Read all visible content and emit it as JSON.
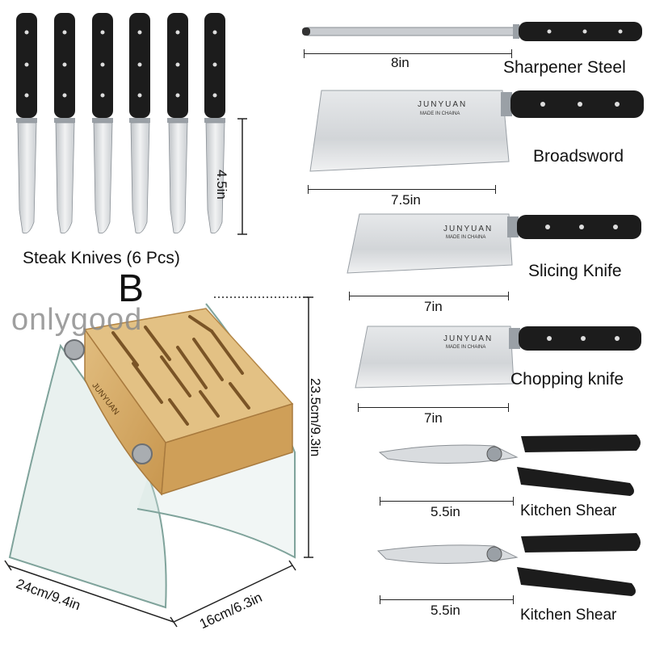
{
  "letter_b": "B",
  "watermark": "onlygood",
  "steak_knives": {
    "label": "Steak Knives (6 Pcs)",
    "length": "4.5in"
  },
  "block": {
    "brand": "JUNYUAN",
    "height": "23.5cm/9.3in",
    "width": "24cm/9.4in",
    "depth": "16cm/6.3in"
  },
  "items": [
    {
      "name": "Sharpener Steel",
      "length": "8in"
    },
    {
      "name": "Broadsword",
      "length": "7.5in",
      "blade_brand": "JUNYUAN",
      "blade_sub": "MADE IN CHAINA"
    },
    {
      "name": "Slicing Knife",
      "length": "7in",
      "blade_brand": "JUNYUAN",
      "blade_sub": "MADE IN CHAINA"
    },
    {
      "name": "Chopping knife",
      "length": "7in",
      "blade_brand": "JUNYUAN",
      "blade_sub": "MADE IN CHAINA"
    },
    {
      "name": "Kitchen Shear",
      "length": "5.5in"
    },
    {
      "name": "Kitchen Shear",
      "length": "5.5in"
    }
  ],
  "colors": {
    "handle": "#1c1c1c",
    "blade": "#d9dcdf",
    "bamboo": "#d7ad6a",
    "glass": "#c8dcd8"
  }
}
